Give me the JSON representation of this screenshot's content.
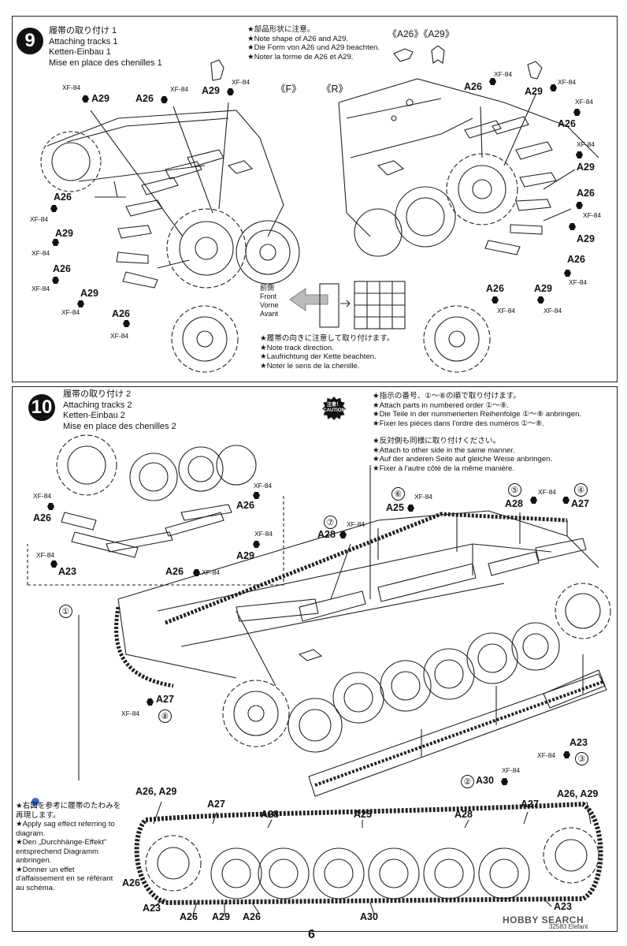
{
  "step9": {
    "number": "9",
    "title_jp": "履帯の取り付け 1",
    "title_en": "Attaching tracks 1",
    "title_de": "Ketten-Einbau 1",
    "title_fr": "Mise en place des chenilles 1",
    "note_top": [
      "★部品形状に注意。",
      "★Note shape of A26 and A29.",
      "★Die Form von A26 und A29 beachten.",
      "★Noter la forme de A26 et A29."
    ],
    "part_header": "《A26》《A29》",
    "view_front": "《F》",
    "view_rear": "《R》",
    "direction_labels": [
      "前側",
      "Front",
      "Vorne",
      "Avant"
    ],
    "note_bottom": [
      "★履帯の向きに注意して取り付けます。",
      "★Note track direction.",
      "★Laufrichtung der Kette beachten.",
      "★Noter le sens de la chenille."
    ]
  },
  "step10": {
    "number": "10",
    "title_jp": "履帯の取り付け 2",
    "title_en": "Attaching tracks 2",
    "title_de": "Ketten-Einbau 2",
    "title_fr": "Mise en place des chenilles 2",
    "caution_jp": "注意！",
    "caution_en": "CAUTION",
    "note_order": [
      "★指示の番号、①～⑧の順で取り付けます。",
      "★Attach parts in numbered order ①～⑧.",
      "★Die Teile in der nummerierten Reihenfolge ①～⑧ anbringen.",
      "★Fixer les pièces dans l'ordre des numéros ①～⑧."
    ],
    "note_other_side": [
      "★反対側も同様に取り付けください。",
      "★Attach to other side in the same manner.",
      "★Auf der anderen Seite auf gleiche Weise anbringen.",
      "★Fixer à l'autre côté de la même manière."
    ],
    "sag_note": [
      "★右図を参考に履帯のたわみを再現します。",
      "★Apply sag effect referring to diagram.",
      "★Den „Durchhänge-Effekt\" entsprechend Diagramm anbringen.",
      "★Donner un effet d'affaissement en se référant au schéma."
    ]
  },
  "paint": "XF-84",
  "parts": {
    "a23": "A23",
    "a25": "A25",
    "a26": "A26",
    "a27": "A27",
    "a28": "A28",
    "a29": "A29",
    "a30": "A30",
    "a26a29": "A26, A29"
  },
  "order_marks": [
    "①",
    "②",
    "③",
    "④",
    "⑤",
    "⑥",
    "⑦",
    "⑧"
  ],
  "page_number": "6",
  "footer_code": "32583 Elefant",
  "watermark": "HOBBY SEARCH"
}
